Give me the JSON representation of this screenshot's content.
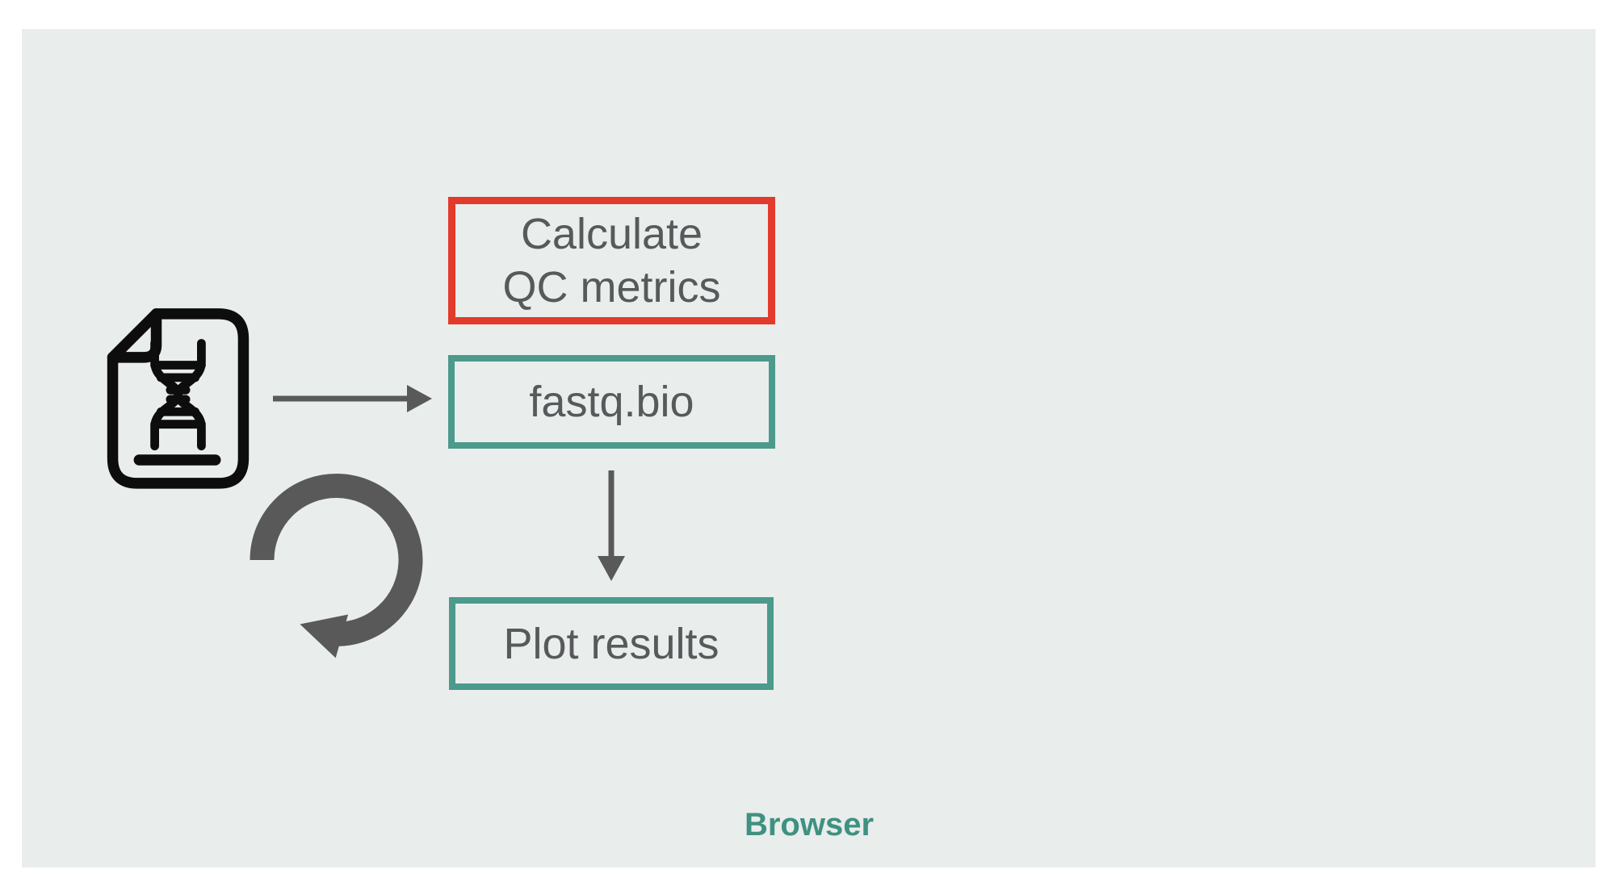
{
  "slide": {
    "caption": "Browser"
  },
  "diagram": {
    "nodes": {
      "calculate_qc": {
        "label": "Calculate\nQC metrics"
      },
      "fastq_bio": {
        "label": "fastq.bio"
      },
      "plot_results": {
        "label": "Plot results"
      }
    },
    "icons": {
      "dna_file": "fastq-dna-file-icon",
      "loop": "loop-arrow-icon"
    },
    "arrows": {
      "file_to_fastq": "right-arrow",
      "fastq_to_plot": "down-arrow"
    }
  },
  "colors": {
    "page_background": "#ffffff",
    "slide_background": "#e9edec",
    "node_text": "#58595b",
    "red_accent": "#e23b2b",
    "teal_accent": "#4b9a8b",
    "arrow_gray": "#595959",
    "caption_teal": "#3f9181",
    "icon_black": "#0d0d0d"
  }
}
